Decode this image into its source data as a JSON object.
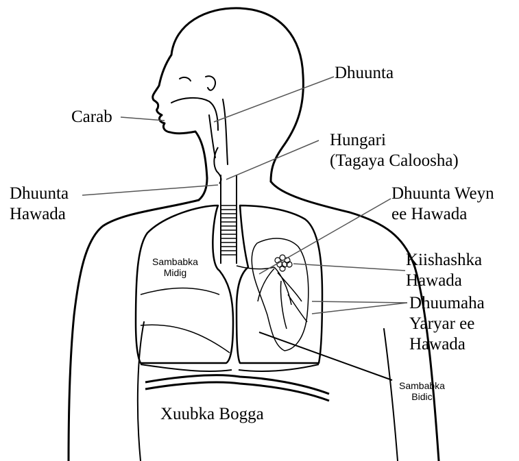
{
  "labels": {
    "carab": "Carab",
    "dhuunta": "Dhuunta",
    "hungari": [
      "Hungari",
      "(Tagaya Caloosha)"
    ],
    "dhuunta_hawada": [
      "Dhuunta",
      "Hawada"
    ],
    "dhuunta_weyn": [
      "Dhuunta Weyn",
      "ee Hawada"
    ],
    "kiishashka": [
      "Kiishashka",
      "Hawada"
    ],
    "dhuumaha": [
      "Dhuumaha",
      "Yaryar ee",
      "Hawada"
    ],
    "sambabka_midig": [
      "Sambabka",
      "Midig"
    ],
    "sambabka_bidic": [
      "Sambabka",
      "Bidic"
    ],
    "xuubka_bogga": "Xuubka Bogga"
  },
  "colors": {
    "stroke": "#000000",
    "leader": "#555555",
    "background": "#ffffff"
  }
}
